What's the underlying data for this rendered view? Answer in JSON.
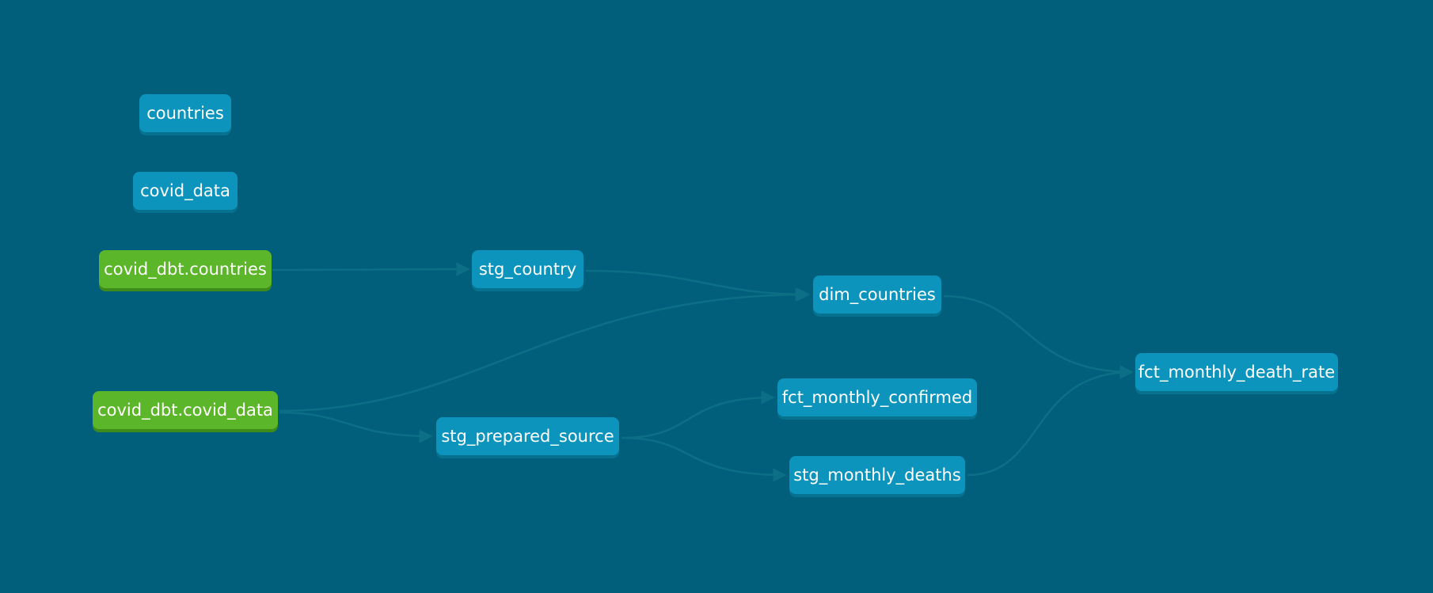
{
  "colors": {
    "background": "#015f7c",
    "model_node": "#0c94bc",
    "source_node": "#5cb629",
    "edge": "#0d6f86"
  },
  "nodes": {
    "countries": {
      "label": "countries",
      "type": "model"
    },
    "covid_data": {
      "label": "covid_data",
      "type": "model"
    },
    "covid_dbt_countries": {
      "label": "covid_dbt.countries",
      "type": "source"
    },
    "covid_dbt_covid_data": {
      "label": "covid_dbt.covid_data",
      "type": "source"
    },
    "stg_country": {
      "label": "stg_country",
      "type": "model"
    },
    "stg_prepared_source": {
      "label": "stg_prepared_source",
      "type": "model"
    },
    "dim_countries": {
      "label": "dim_countries",
      "type": "model"
    },
    "fct_monthly_confirmed": {
      "label": "fct_monthly_confirmed",
      "type": "model"
    },
    "stg_monthly_deaths": {
      "label": "stg_monthly_deaths",
      "type": "model"
    },
    "fct_monthly_death_rate": {
      "label": "fct_monthly_death_rate",
      "type": "model"
    }
  },
  "edges": [
    {
      "from": "covid_dbt.countries",
      "to": "stg_country"
    },
    {
      "from": "stg_country",
      "to": "dim_countries"
    },
    {
      "from": "covid_dbt.covid_data",
      "to": "dim_countries"
    },
    {
      "from": "covid_dbt.covid_data",
      "to": "stg_prepared_source"
    },
    {
      "from": "stg_prepared_source",
      "to": "fct_monthly_confirmed"
    },
    {
      "from": "stg_prepared_source",
      "to": "stg_monthly_deaths"
    },
    {
      "from": "dim_countries",
      "to": "fct_monthly_death_rate"
    },
    {
      "from": "stg_monthly_deaths",
      "to": "fct_monthly_death_rate"
    }
  ]
}
